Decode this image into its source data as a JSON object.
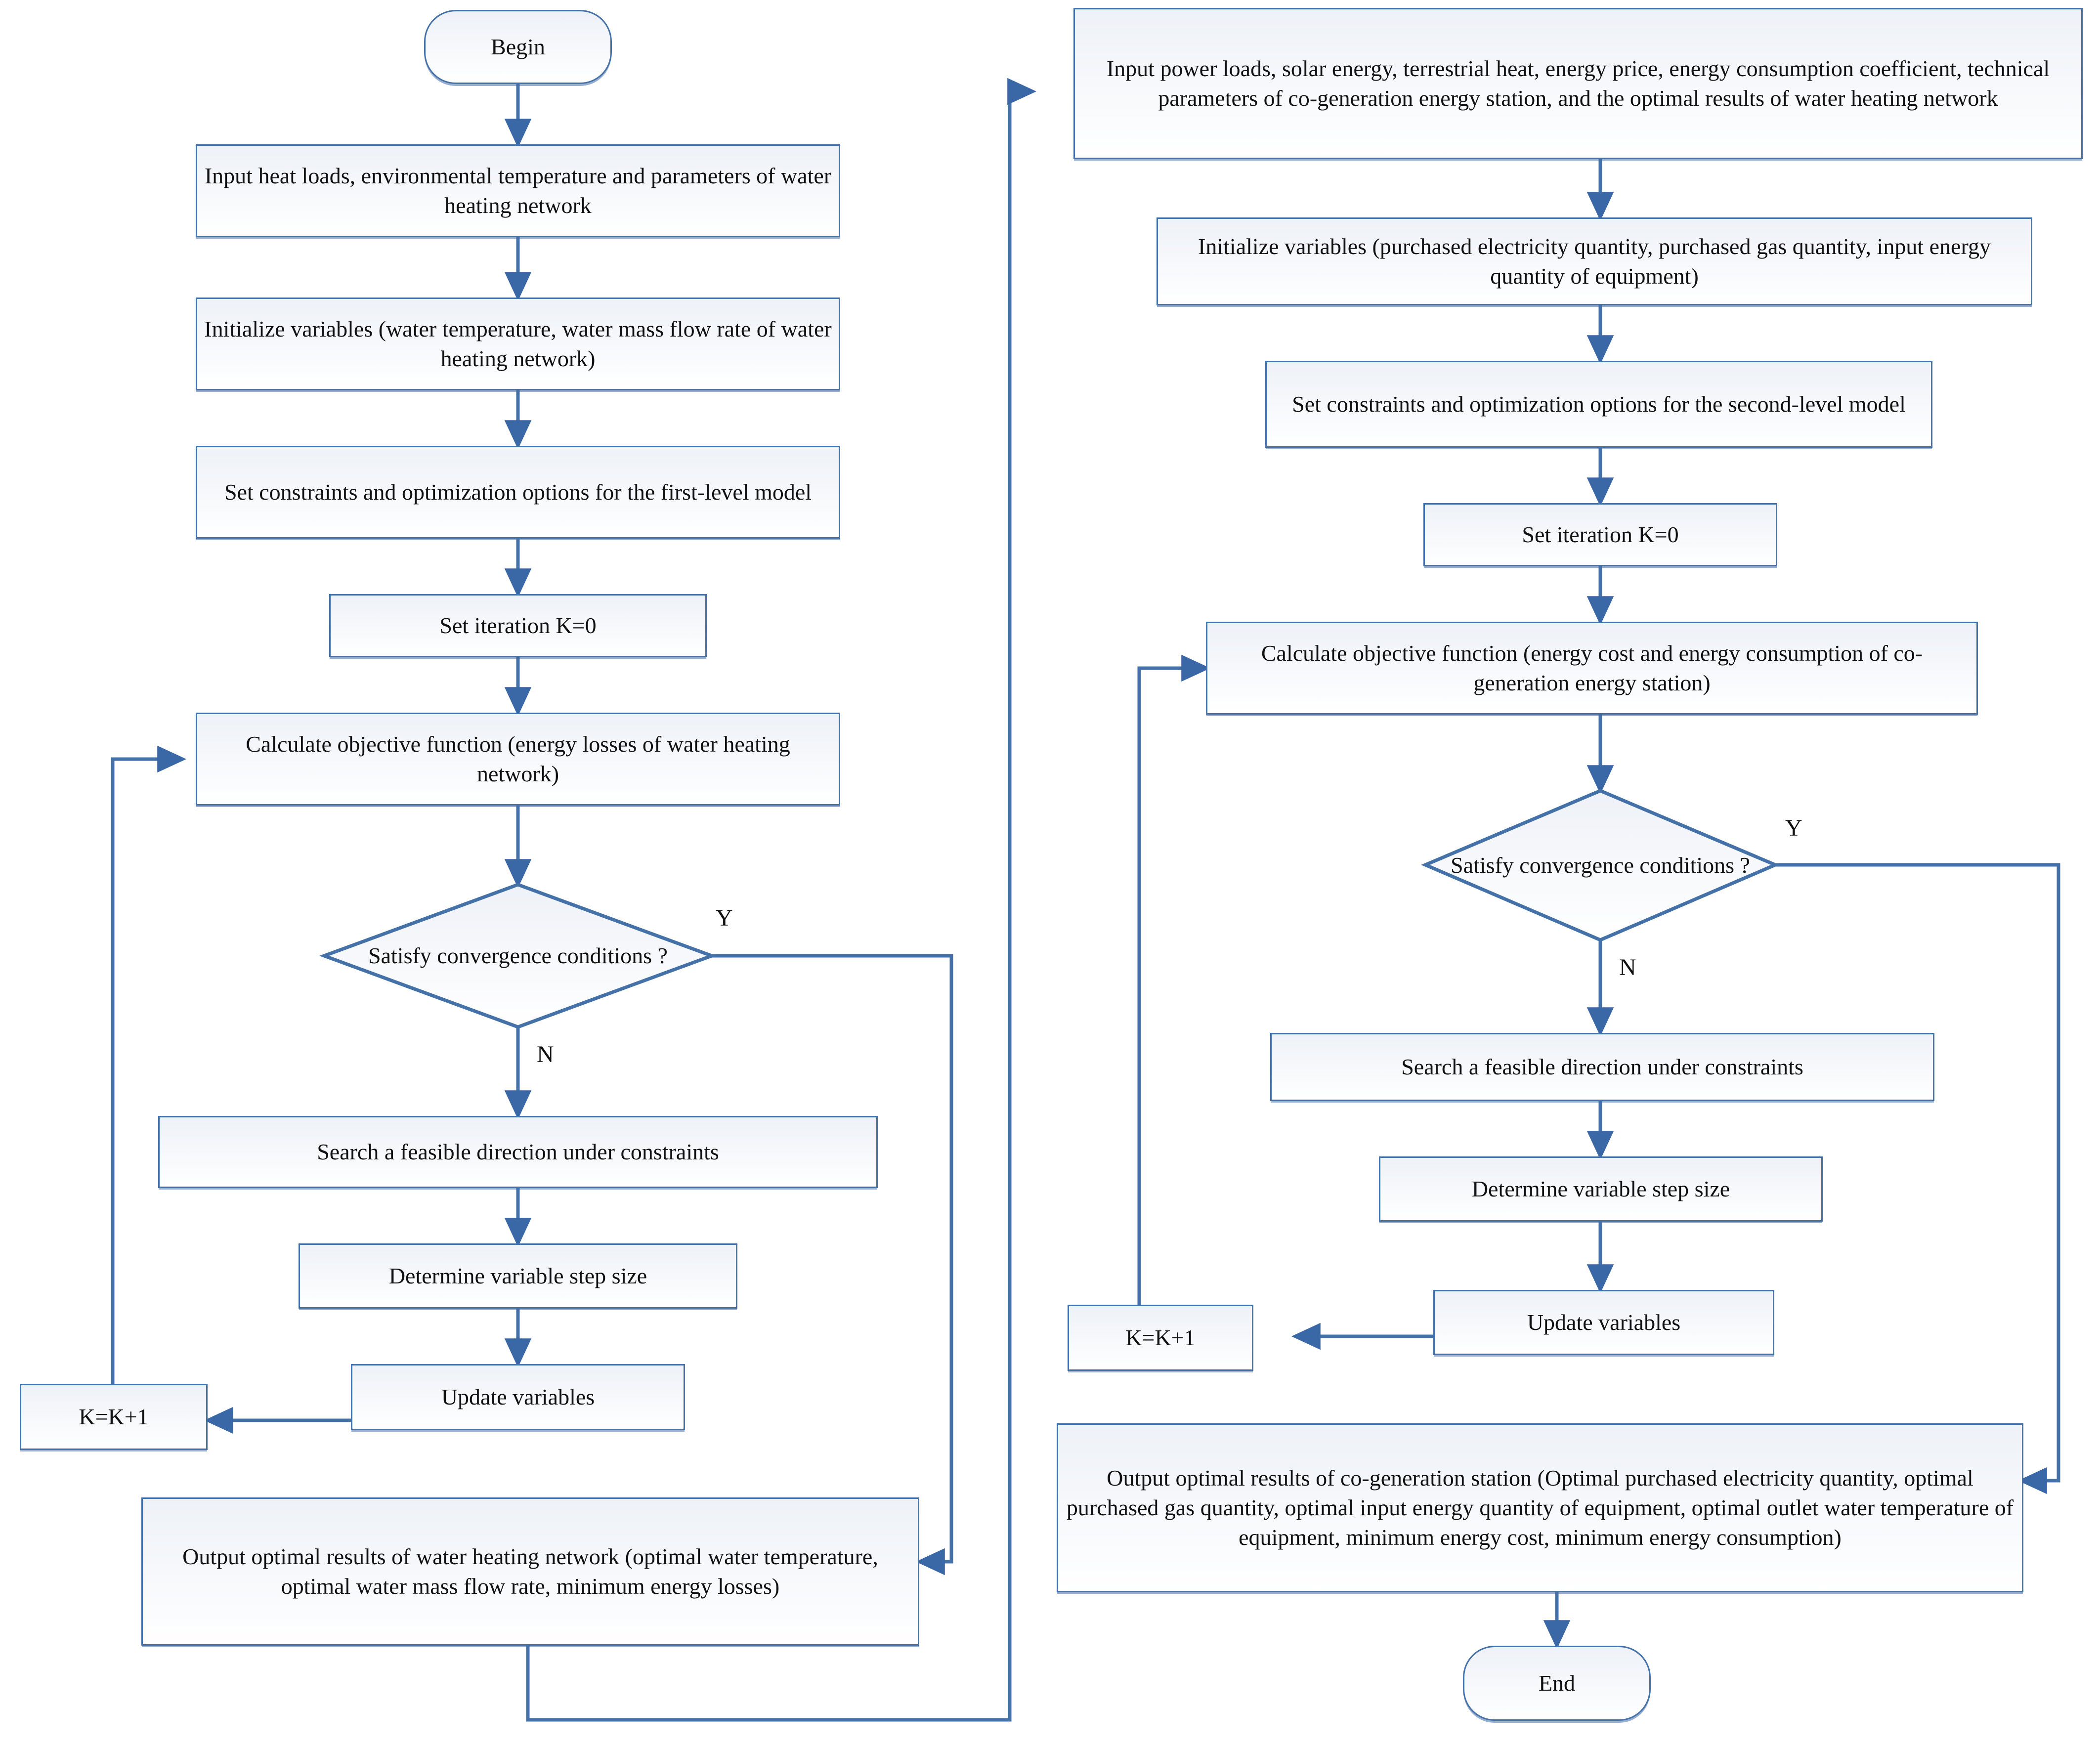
{
  "diagram": {
    "title": "Two-level optimization flowchart",
    "colors": {
      "stroke": "#4472a8",
      "fill_top": "#eef1f7",
      "fill_bottom": "#ffffff",
      "text": "#111111",
      "arrow": "#3a67a5"
    }
  },
  "left_column": {
    "begin": "Begin",
    "input": "Input heat loads, environmental temperature and parameters of water heating network",
    "initialize": "Initialize variables (water temperature, water mass flow rate of water heating network)",
    "constraints": "Set constraints and optimization options for the first-level model",
    "iteration": "Set iteration K=0",
    "objective": "Calculate objective function (energy losses of water heating network)",
    "decision": "Satisfy convergence conditions ?",
    "decision_yes": "Y",
    "decision_no": "N",
    "search": "Search a feasible direction under constraints",
    "step_size": "Determine variable step size",
    "update": "Update variables",
    "increment": "K=K+1",
    "output": "Output optimal results of water heating network (optimal water temperature, optimal water mass flow rate, minimum energy losses)"
  },
  "right_column": {
    "input": "Input power loads, solar energy, terrestrial heat, energy price, energy consumption coefficient, technical parameters of co-generation energy station, and the optimal results of water heating network",
    "initialize": "Initialize variables (purchased electricity quantity, purchased gas quantity, input energy quantity of equipment)",
    "constraints": "Set constraints and optimization options for the second-level model",
    "iteration": "Set iteration K=0",
    "objective": "Calculate objective function (energy cost and energy consumption of co-generation energy station)",
    "decision": "Satisfy convergence conditions ?",
    "decision_yes": "Y",
    "decision_no": "N",
    "search": "Search a feasible direction under constraints",
    "step_size": "Determine variable step size",
    "update": "Update variables",
    "increment": "K=K+1",
    "output": "Output optimal results of co-generation station (Optimal purchased electricity quantity, optimal purchased gas quantity, optimal input energy quantity of equipment, optimal outlet water temperature of equipment, minimum energy cost, minimum energy consumption)",
    "end": "End"
  }
}
